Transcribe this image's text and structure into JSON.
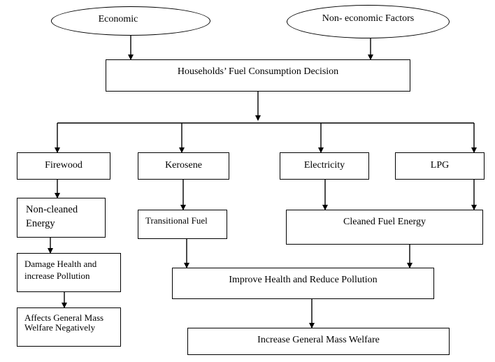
{
  "nodes": {
    "economic": "Economic",
    "non_economic": "Non- economic Factors",
    "decision": "Households’ Fuel Consumption Decision",
    "firewood": "Firewood",
    "kerosene": "Kerosene",
    "electricity": "Electricity",
    "lpg": "LPG",
    "non_cleaned_energy": "Non-cleaned Energy",
    "transitional_fuel": "Transitional Fuel",
    "cleaned_fuel_energy": "Cleaned Fuel Energy",
    "damage_health": "Damage Health and increase Pollution",
    "improve_health": "Improve Health and Reduce Pollution",
    "affects_welfare": "Affects General Mass Welfare Negatively",
    "increase_welfare": "Increase General Mass Welfare"
  },
  "edges": [
    [
      "economic",
      "decision"
    ],
    [
      "non_economic",
      "decision"
    ],
    [
      "decision",
      "firewood"
    ],
    [
      "decision",
      "kerosene"
    ],
    [
      "decision",
      "electricity"
    ],
    [
      "decision",
      "lpg"
    ],
    [
      "firewood",
      "non_cleaned_energy"
    ],
    [
      "kerosene",
      "transitional_fuel"
    ],
    [
      "electricity",
      "cleaned_fuel_energy"
    ],
    [
      "lpg",
      "cleaned_fuel_energy"
    ],
    [
      "non_cleaned_energy",
      "damage_health"
    ],
    [
      "transitional_fuel",
      "improve_health"
    ],
    [
      "cleaned_fuel_energy",
      "improve_health"
    ],
    [
      "damage_health",
      "affects_welfare"
    ],
    [
      "improve_health",
      "increase_welfare"
    ]
  ]
}
